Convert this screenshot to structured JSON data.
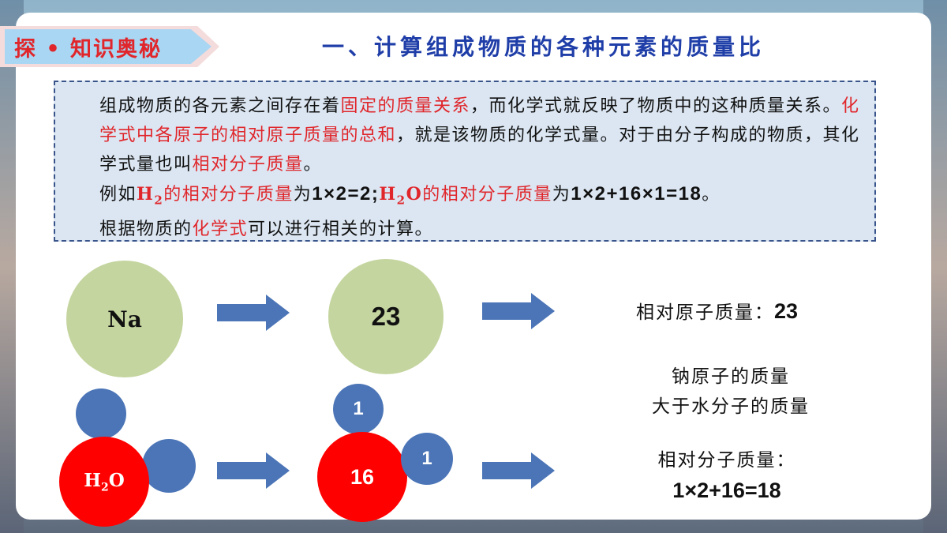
{
  "header": {
    "tag_text": "探 • 知识奥秘",
    "title": "一、计算组成物质的各种元素的质量比"
  },
  "paragraph": {
    "line1_a": "组成物质的各元素之间存在着",
    "line1_red": "固定的质量关系",
    "line1_b": "，而化学式就反映了物质中的这种质量关系。",
    "line2_red": "化学式中各原子的相对原子质量的总和",
    "line2_b": "，就是该物质的化学式量。对于由分子构成的物质，其化学式量也叫",
    "line2_red2": "相对分子质量",
    "line2_end": "。",
    "ex_prefix": "例如",
    "ex_h2_main": "H",
    "ex_h2_sub": "2",
    "ex_red1": "的相对分子质量",
    "ex_w1": "为",
    "ex_calc1": "1×2=2",
    "ex_sep": ";",
    "ex_h2o_a": "H",
    "ex_h2o_sub": "2",
    "ex_h2o_b": "O",
    "ex_red2": "的相对分子质量",
    "ex_w2": "为",
    "ex_calc2": "1×2+16×1=18",
    "ex_end": "。",
    "last_a": "根据物质的",
    "last_red": "化学式",
    "last_b": "可以进行相关的计算。"
  },
  "diagram": {
    "na_label": "Na",
    "na_mass": "23",
    "na_result_label": "相对原子质量：",
    "na_result_value": "23",
    "compare_line1": "钠原子的质量",
    "compare_line2": "大于水分子的质量",
    "h2o_main": "H",
    "h2o_sub": "2",
    "h2o_end": "O",
    "h_mass_top": "1",
    "h_mass_right": "1",
    "o_mass": "16",
    "h2o_result_label": "相对分子质量：",
    "h2o_result_value": "1×2+16=18"
  },
  "colors": {
    "accent_red": "#e0262b",
    "title_blue": "#1f3ea8",
    "arrow_blue": "#4b75b7",
    "atom_green": "#c4d59f",
    "oxygen_red": "#ff0000"
  }
}
